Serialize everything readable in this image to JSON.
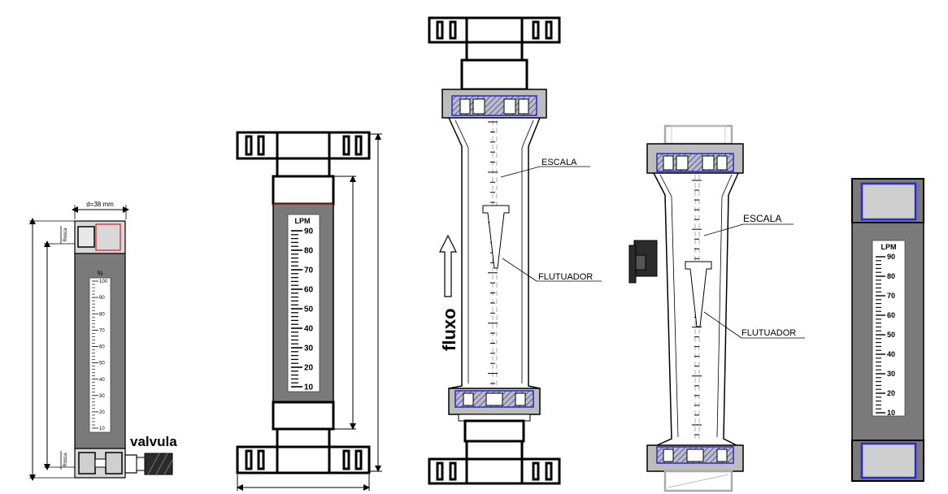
{
  "diagram_1": {
    "dimension_label": "d=38 mm",
    "side_label_top": "Rosca",
    "side_label_bottom": "Rosca",
    "scale_unit": "%",
    "scale_ticks": [
      "100",
      "90",
      "80",
      "70",
      "60",
      "50",
      "40",
      "30",
      "20",
      "10"
    ],
    "valve_label": "valvula"
  },
  "diagram_2": {
    "scale_unit": "LPM",
    "scale_ticks": [
      "90",
      "80",
      "70",
      "60",
      "50",
      "40",
      "30",
      "20",
      "10"
    ]
  },
  "diagram_3": {
    "scale_callout": "ESCALA",
    "float_callout": "FLUTUADOR",
    "flow_label": "fluxo"
  },
  "diagram_4": {
    "scale_callout": "ESCALA",
    "float_callout": "FLUTUADOR"
  },
  "diagram_5": {
    "scale_unit": "LPM",
    "scale_ticks": [
      "90",
      "80",
      "70",
      "60",
      "50",
      "40",
      "30",
      "20",
      "10"
    ]
  },
  "colors": {
    "body_gray": "#7a7a7a",
    "cap_gray": "#c8c8c8",
    "blue_trim": "#2a2ad0",
    "red_trim": "#d02020"
  }
}
